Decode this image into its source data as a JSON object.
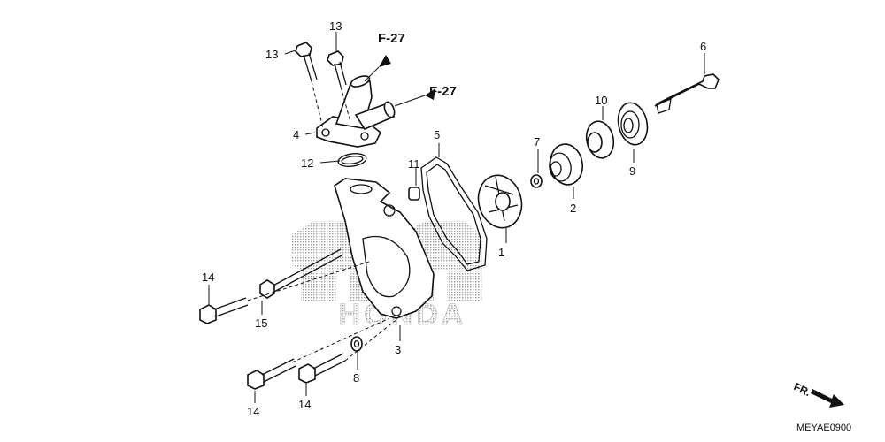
{
  "diagram": {
    "watermark": "HONDA",
    "diagram_code": "MEYAE0900",
    "front_marker": "FR.",
    "callouts": [
      {
        "id": "p1",
        "label": "1"
      },
      {
        "id": "p2",
        "label": "2"
      },
      {
        "id": "p3",
        "label": "3"
      },
      {
        "id": "p4",
        "label": "4"
      },
      {
        "id": "p5",
        "label": "5"
      },
      {
        "id": "p6",
        "label": "6"
      },
      {
        "id": "p7",
        "label": "7"
      },
      {
        "id": "p8",
        "label": "8"
      },
      {
        "id": "p9",
        "label": "9"
      },
      {
        "id": "p10",
        "label": "10"
      },
      {
        "id": "p11",
        "label": "11"
      },
      {
        "id": "p12",
        "label": "12"
      },
      {
        "id": "p13a",
        "label": "13"
      },
      {
        "id": "p13b",
        "label": "13"
      },
      {
        "id": "p14a",
        "label": "14"
      },
      {
        "id": "p14b",
        "label": "14"
      },
      {
        "id": "p14c",
        "label": "14"
      },
      {
        "id": "p15",
        "label": "15"
      }
    ],
    "references": [
      {
        "id": "ref_top",
        "label": "F-27"
      },
      {
        "id": "ref_right",
        "label": "F-27"
      }
    ]
  }
}
